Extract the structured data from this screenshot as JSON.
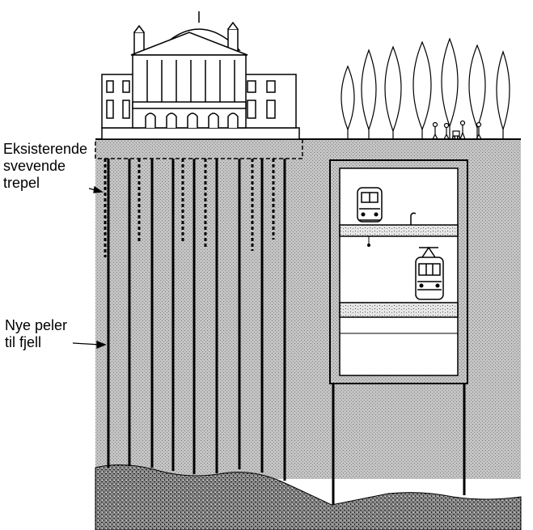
{
  "labels": {
    "existing_piles": [
      "Eksisterende",
      "svevende",
      "trepel"
    ],
    "new_piles": [
      "Nye peler",
      "til fjell"
    ]
  },
  "colors": {
    "ink": "#000000",
    "soil": "#bdbdbd",
    "bedrock": "#6e6e6e",
    "paper": "#ffffff"
  }
}
